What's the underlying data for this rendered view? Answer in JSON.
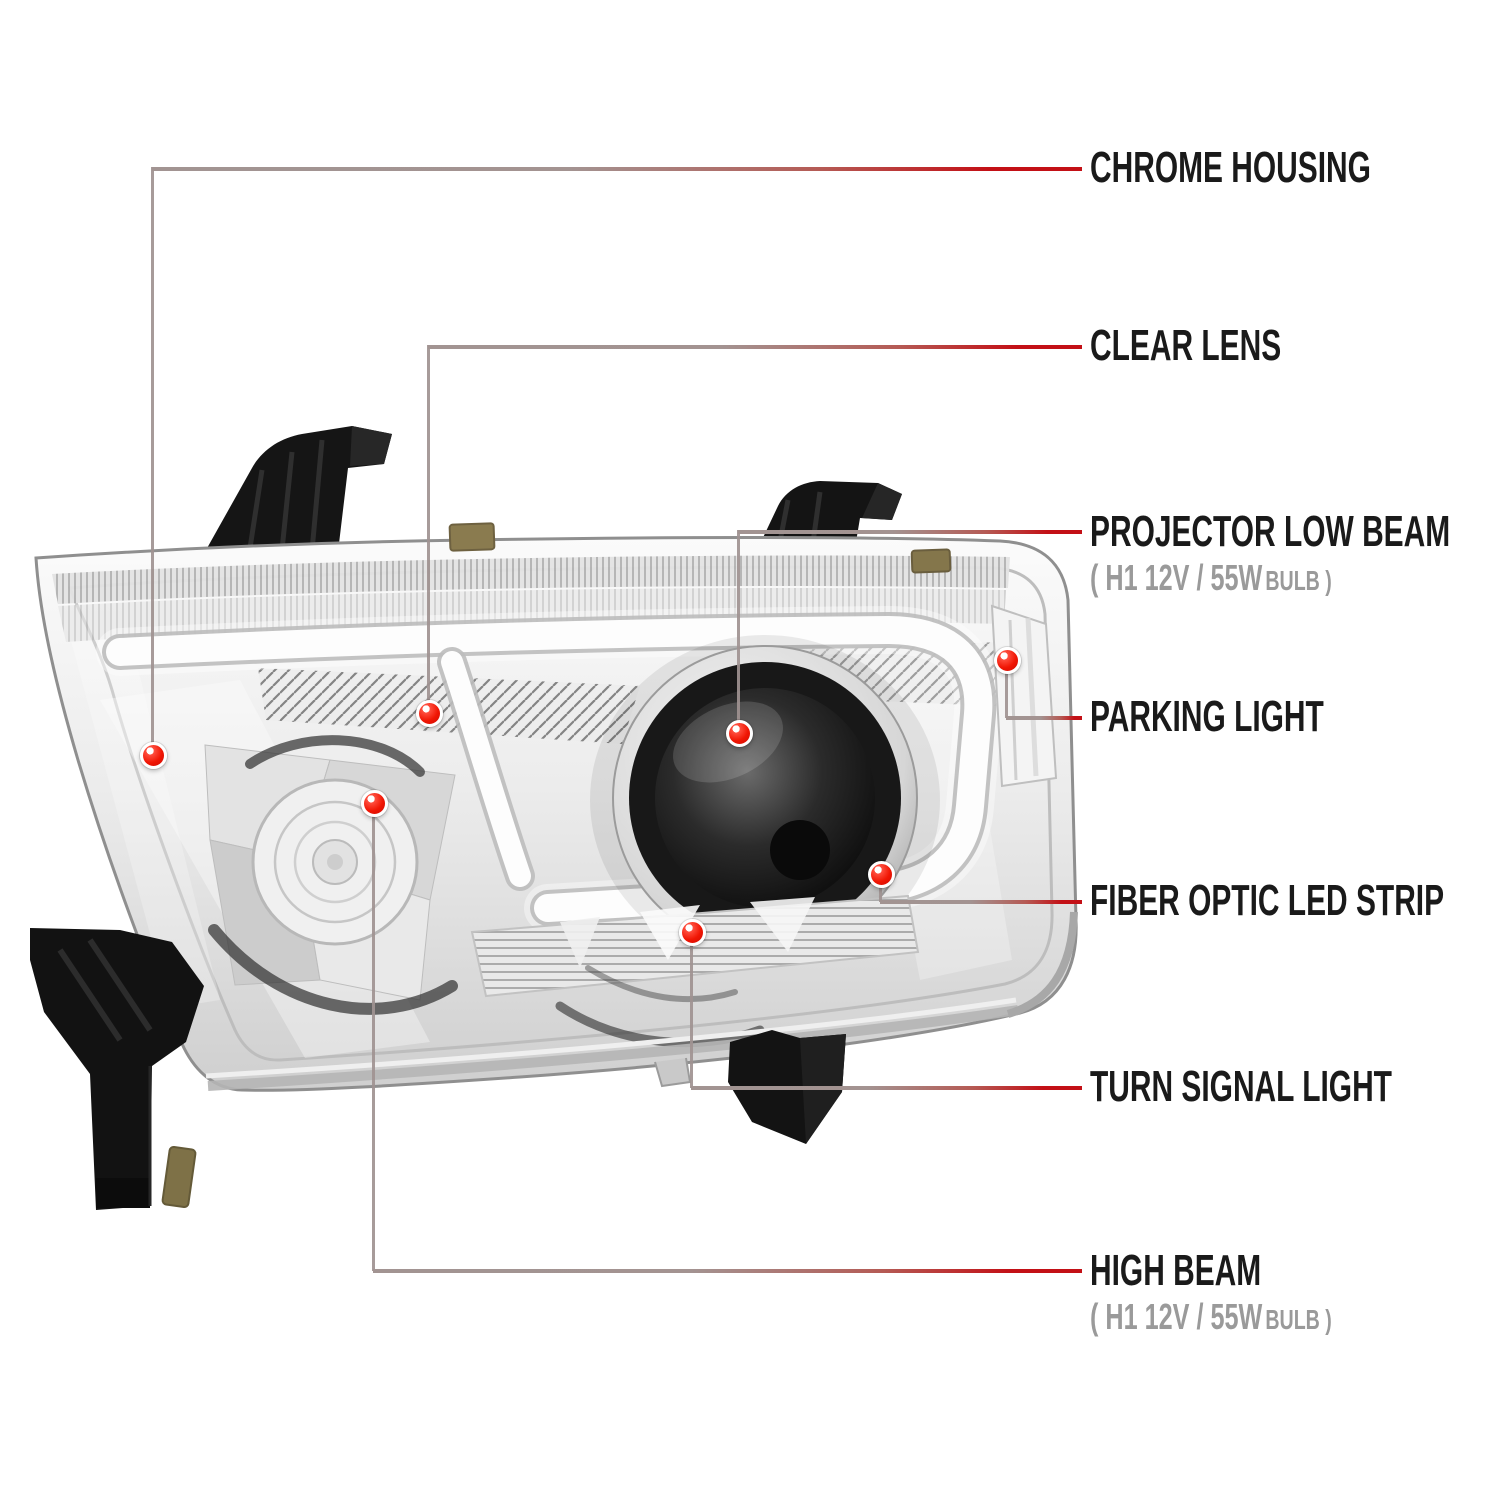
{
  "colors": {
    "background": "#ffffff",
    "label_text": "#1a1a1a",
    "sublabel_text": "#9a9a9a",
    "leader_gray": "#a09391",
    "leader_red": "#c31016",
    "dot_red": "#f01604",
    "dot_ring": "#ffffff"
  },
  "illustration": {
    "name": "chrome-projector-headlight-front-view",
    "finish": "chrome"
  },
  "callouts": [
    {
      "id": "chrome-housing",
      "label": "CHROME HOUSING"
    },
    {
      "id": "clear-lens",
      "label": "CLEAR LENS"
    },
    {
      "id": "projector-low-beam",
      "label": "PROJECTOR LOW BEAM",
      "sub_main": "( H1  12V / 55W",
      "sub_small": "BULB )"
    },
    {
      "id": "parking-light",
      "label": "PARKING LIGHT"
    },
    {
      "id": "fiber-optic-led-strip",
      "label": "FIBER OPTIC LED STRIP"
    },
    {
      "id": "turn-signal-light",
      "label": "TURN SIGNAL LIGHT"
    },
    {
      "id": "high-beam",
      "label": "HIGH BEAM",
      "sub_main": "( H1  12V / 55W",
      "sub_small": "BULB )"
    }
  ]
}
